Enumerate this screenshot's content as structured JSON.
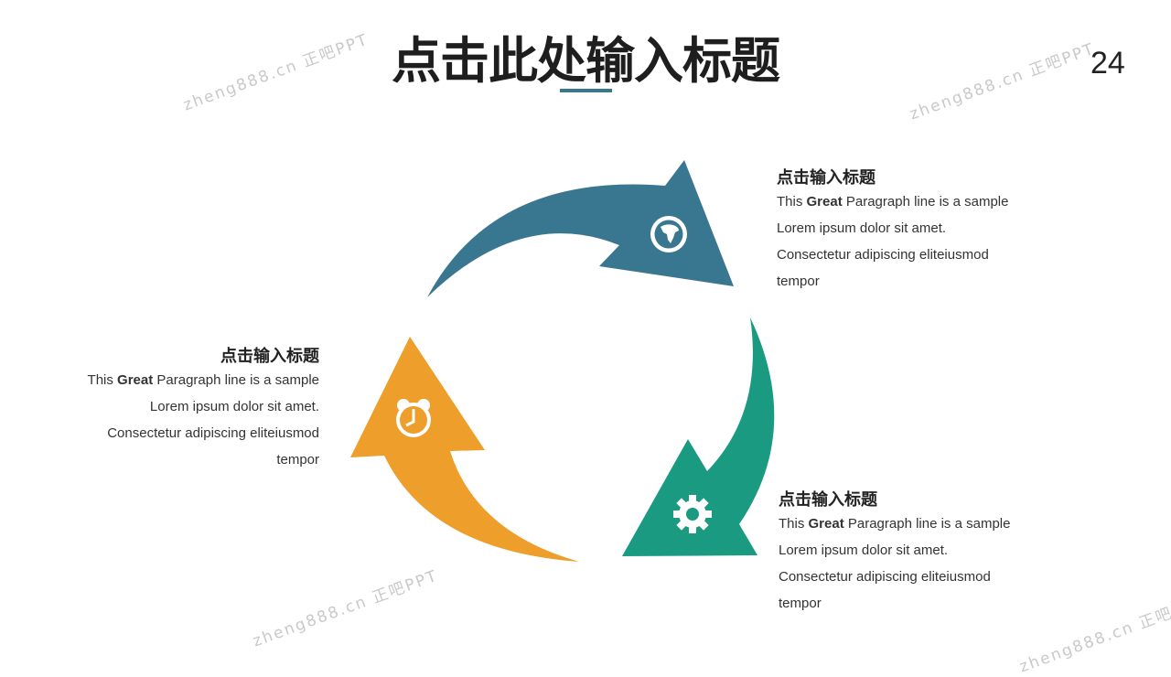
{
  "title": "点击此处输入标题",
  "page_number": "24",
  "watermark": "zheng888.cn 正吧PPT",
  "colors": {
    "blue": "#39768f",
    "teal": "#1a9a80",
    "orange": "#ee9e2a",
    "accent_bar": "#39768f"
  },
  "blocks": [
    {
      "heading": "点击输入标题",
      "line1_pre": "This ",
      "line1_bold": "Great",
      "line1_post": " Paragraph line is a sample",
      "line2": "Lorem ipsum dolor sit amet.",
      "line3": "Consectetur  adipiscing eliteiusmod",
      "line4": "tempor",
      "icon": "globe-icon"
    },
    {
      "heading": "点击输入标题",
      "line1_pre": "This ",
      "line1_bold": "Great",
      "line1_post": " Paragraph line is a sample",
      "line2": "Lorem ipsum dolor sit amet.",
      "line3": "Consectetur  adipiscing eliteiusmod",
      "line4": "tempor",
      "icon": "gear-icon"
    },
    {
      "heading": "点击输入标题",
      "line1_pre": "This ",
      "line1_bold": "Great",
      "line1_post": " Paragraph line is a sample",
      "line2": "Lorem ipsum dolor sit amet.",
      "line3": "Consectetur  adipiscing eliteiusmod",
      "line4": "tempor",
      "icon": "alarm-clock-icon"
    }
  ]
}
